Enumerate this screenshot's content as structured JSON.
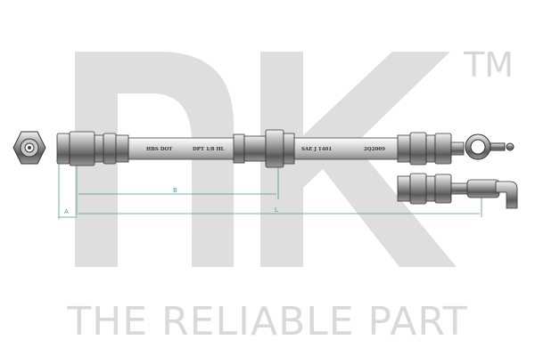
{
  "logo": {
    "trademark": "TM"
  },
  "tagline": "THE RELIABLE PART",
  "hose_markings": [
    "HBS DOT",
    "DPT 1/8 HL",
    "SAE J 1401",
    "2Q2009"
  ],
  "dimensions": {
    "a": "A",
    "b": "B",
    "l": "L"
  },
  "colors": {
    "logo_gray": "#dedede",
    "dimension_line": "#4a9a9a",
    "metal": "#8a8a8a"
  }
}
